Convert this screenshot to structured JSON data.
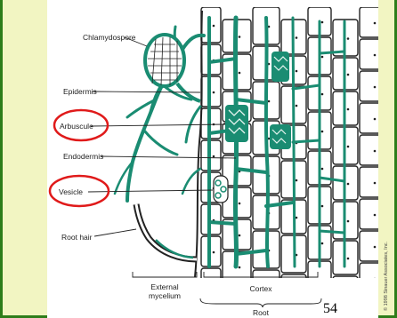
{
  "labels": {
    "chlamydospore": "Chlamydospore",
    "epidermis": "Epidermis",
    "arbuscule": "Arbuscule",
    "endodermis": "Endodermis",
    "vesicle": "Vesicle",
    "root_hair": "Root hair",
    "external_mycelium_line1": "External",
    "external_mycelium_line2": "mycelium",
    "cortex": "Cortex",
    "root": "Root"
  },
  "page_number": "54",
  "copyright": "© 1998 Sinauer Associates, Inc.",
  "colors": {
    "slide_background": "#f2f5c2",
    "slide_border": "#2e7d1a",
    "hyphae": "#1a8c72",
    "highlight_circle": "#e01a1a"
  }
}
